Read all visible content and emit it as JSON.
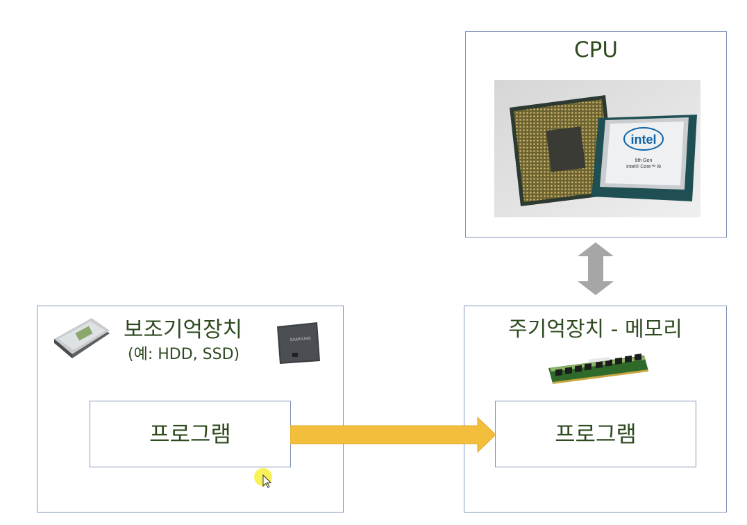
{
  "cpu": {
    "title": "CPU",
    "chip_brand": "intel",
    "chip_line1": "9th Gen",
    "chip_line2": "Intel® Core™ i9"
  },
  "secondary_storage": {
    "title": "보조기억장치",
    "subtitle": "(예: HDD, SSD)",
    "ssd_brand": "SAMSUNG"
  },
  "main_memory": {
    "title": "주기억장치 - 메모리"
  },
  "program_left": {
    "label": "프로그램"
  },
  "program_right": {
    "label": "프로그램"
  },
  "colors": {
    "border": "#7f93b8",
    "text": "#2e4a1f",
    "arrow": "#f2be3c",
    "double_arrow": "#a6a6a6"
  }
}
